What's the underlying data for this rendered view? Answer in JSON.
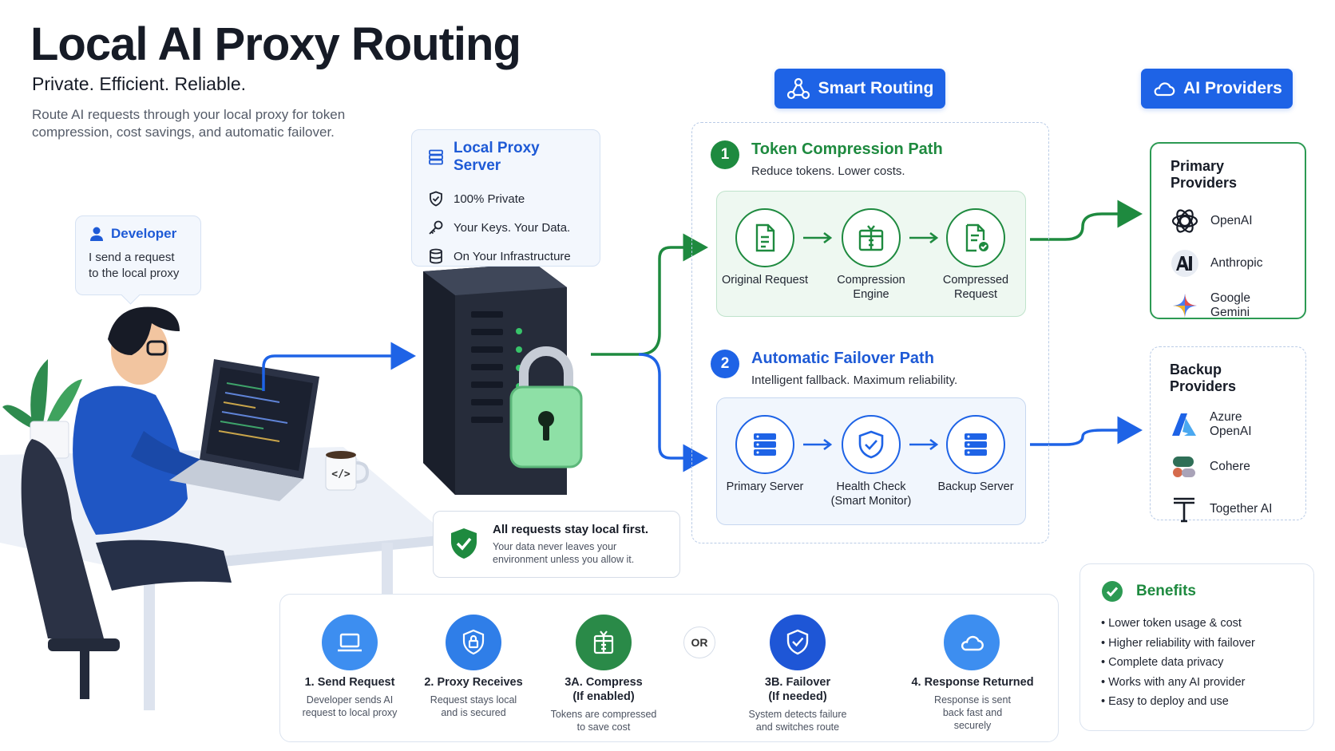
{
  "header": {
    "title": "Local AI Proxy Routing",
    "subtitle": "Private. Efficient. Reliable.",
    "description": "Route AI requests through your local proxy for token compression, cost savings, and automatic failover."
  },
  "colors": {
    "blue": "#1e63e6",
    "green": "#1e8a3f",
    "server": "#303746",
    "lock": "#8ee0a6"
  },
  "developer": {
    "label": "Developer",
    "text": "I send a request to the local proxy"
  },
  "local_proxy": {
    "title": "Local Proxy Server",
    "items": [
      {
        "icon": "shield-icon",
        "text": "100% Private"
      },
      {
        "icon": "key-icon",
        "text": "Your Keys. Your Data."
      },
      {
        "icon": "database-icon",
        "text": "On Your Infrastructure"
      }
    ]
  },
  "local_note": {
    "title": "All requests stay local first.",
    "text": "Your data never leaves your environment unless you allow it."
  },
  "smart_routing": {
    "label": "Smart Routing",
    "paths": [
      {
        "number": "1",
        "title": "Token Compression Path",
        "subtitle": "Reduce tokens. Lower costs.",
        "nodes": [
          {
            "icon": "document-icon",
            "label": "Original Request"
          },
          {
            "icon": "compress-icon",
            "label": "Compression Engine"
          },
          {
            "icon": "document-check-icon",
            "label": "Compressed Request"
          }
        ]
      },
      {
        "number": "2",
        "title": "Automatic Failover Path",
        "subtitle": "Intelligent fallback. Maximum reliability.",
        "nodes": [
          {
            "icon": "server-icon",
            "label": "Primary Server"
          },
          {
            "icon": "shield-check-icon",
            "label": "Health Check (Smart Monitor)"
          },
          {
            "icon": "server-icon",
            "label": "Backup Server"
          }
        ]
      }
    ]
  },
  "ai_providers": {
    "label": "AI Providers",
    "primary": {
      "title": "Primary Providers",
      "items": [
        "OpenAI",
        "Anthropic",
        "Google Gemini"
      ]
    },
    "backup": {
      "title": "Backup Providers",
      "items": [
        "Azure OpenAI",
        "Cohere",
        "Together AI"
      ]
    }
  },
  "steps": [
    {
      "title": "1. Send Request",
      "text": "Developer sends AI request to local proxy"
    },
    {
      "title": "2. Proxy Receives",
      "text": "Request stays local and is secured"
    },
    {
      "title": "3A. Compress (If enabled)",
      "text": "Tokens are compressed to save cost"
    },
    {
      "title": "3B. Failover (If needed)",
      "text": "System detects failure and switches route"
    },
    {
      "title": "4. Response Returned",
      "text": "Response is sent back fast and securely"
    }
  ],
  "or_label": "OR",
  "benefits": {
    "title": "Benefits",
    "items": [
      "Lower token usage & cost",
      "Higher reliability with failover",
      "Complete data privacy",
      "Works with any AI provider",
      "Easy to deploy and use"
    ]
  }
}
